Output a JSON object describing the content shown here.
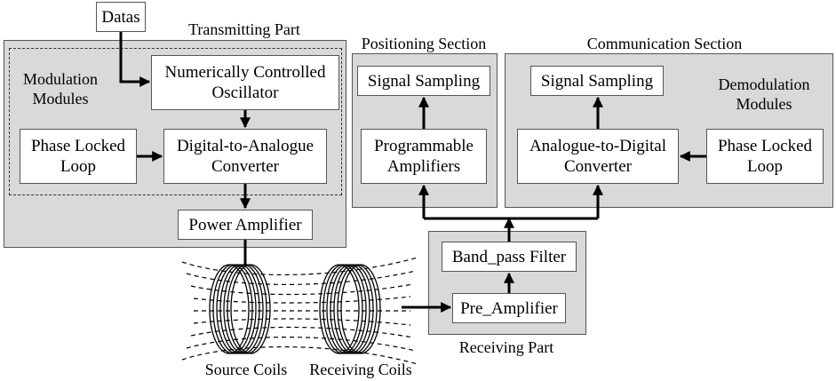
{
  "labels": {
    "transmitting_part": "Transmitting Part",
    "modulation_modules": "Modulation\nModules",
    "positioning_section": "Positioning Section",
    "communication_section": "Communication Section",
    "demodulation_modules": "Demodulation\nModules",
    "receiving_part": "Receiving Part",
    "source_coils": "Source Coils",
    "receiving_coils": "Receiving Coils"
  },
  "blocks": {
    "datas": "Datas",
    "nco": "Numerically Controlled\nOscillator",
    "pll_tx": "Phase Locked\nLoop",
    "dac": "Digital-to-Analogue\nConverter",
    "power_amp": "Power Amplifier",
    "signal_sampling_pos": "Signal Sampling",
    "programmable_amps": "Programmable\nAmplifiers",
    "signal_sampling_comm": "Signal Sampling",
    "adc": "Analogue-to-Digital\nConverter",
    "pll_rx": "Phase Locked\nLoop",
    "bandpass_filter": "Band_pass Filter",
    "pre_amplifier": "Pre_Amplifier"
  }
}
